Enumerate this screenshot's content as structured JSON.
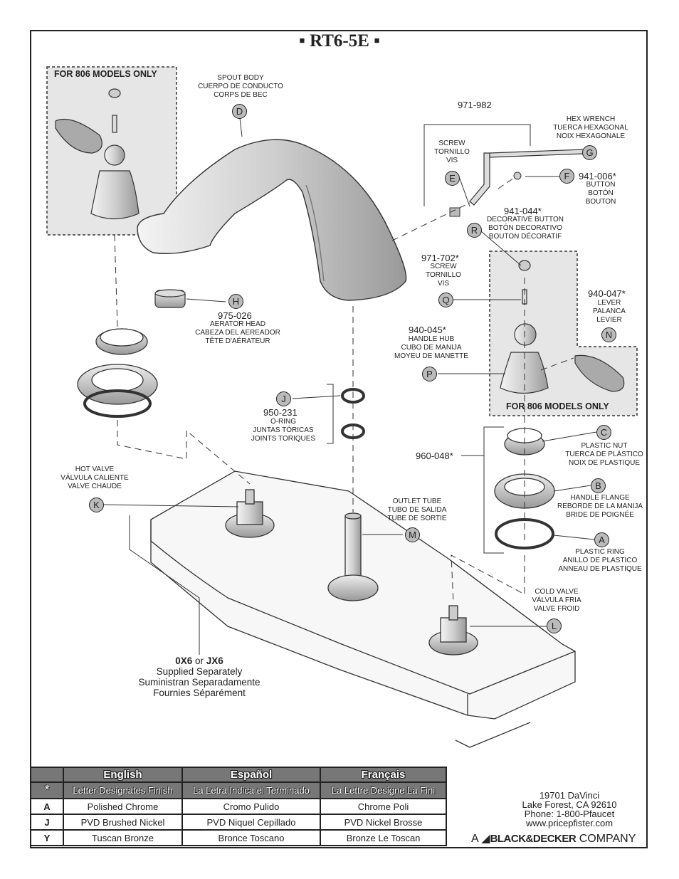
{
  "title": "▪ RT6-5E ▪",
  "box_806_title": "FOR 806 MODELS ONLY",
  "parts": {
    "D": {
      "letter": "D",
      "desc": [
        "SPOUT BODY",
        "CUERPO DE CONDUCTO",
        "CORPS DE BEC"
      ]
    },
    "E": {
      "letter": "E",
      "desc": [
        "SCREW",
        "TORNILLO",
        "VIS"
      ]
    },
    "G": {
      "letter": "G",
      "desc": [
        "HEX WRENCH",
        "TUERCA HEXAGONAL",
        "NOIX HEXAGONALE"
      ]
    },
    "F": {
      "letter": "F",
      "number": "941-006*",
      "desc": [
        "BUTTON",
        "BOTÓN",
        "BOUTON"
      ]
    },
    "R": {
      "letter": "R",
      "number": "941-044*",
      "desc": [
        "DECORATIVE BUTTON",
        "BOTÓN DECORATIVO",
        "BOUTON DÉCORATIF"
      ]
    },
    "Q": {
      "letter": "Q",
      "number": "971-702*",
      "desc": [
        "SCREW",
        "TORNILLO",
        "VIS"
      ]
    },
    "H": {
      "letter": "H",
      "number": "975-026",
      "desc": [
        "AERATOR HEAD",
        "CABEZA DEL AEREADOR",
        "TÊTE D'AÉRATEUR"
      ]
    },
    "N": {
      "letter": "N",
      "number": "940-047*",
      "desc": [
        "LEVER",
        "PALANCA",
        "LEVIER"
      ]
    },
    "P": {
      "letter": "P",
      "number": "940-045*",
      "desc": [
        "HANDLE HUB",
        "CUBO DE MANIJA",
        "MOYEU DE MANETTE"
      ]
    },
    "J": {
      "letter": "J",
      "number": "950-231",
      "desc": [
        "O-RING",
        "JUNTAS TÓRICAS",
        "JOINTS TORIQUES"
      ]
    },
    "C": {
      "letter": "C",
      "desc": [
        "PLASTIC NUT",
        "TUERCA DE PLÁSTICO",
        "NOIX DE PLASTIQUE"
      ]
    },
    "B": {
      "letter": "B",
      "desc": [
        "HANDLE FLANGE",
        "REBORDE DE LA MANIJA",
        "BRIDE DE POIGNÉE"
      ]
    },
    "A": {
      "letter": "A",
      "desc": [
        "PLASTIC RING",
        "ANILLO DE PLASTICO",
        "ANNEAU DE PLASTIQUE"
      ]
    },
    "K": {
      "letter": "K",
      "desc": [
        "HOT VALVE",
        "VÁLVULA CALIENTE",
        "VALVE CHAUDE"
      ]
    },
    "M": {
      "letter": "M",
      "desc": [
        "OUTLET TUBE",
        "TUBO DE SALIDA",
        "TUBE DE SORTIE"
      ]
    },
    "L": {
      "letter": "L",
      "desc": [
        "COLD VALVE",
        "VÁLVULA FRIA",
        "VALVE FROID"
      ]
    }
  },
  "group_971_982": "971-982",
  "group_960_048": "960-048*",
  "supplied": {
    "model_a": "0X6",
    "or": "or",
    "model_b": "JX6",
    "lines": [
      "Supplied Separately",
      "Suministran Separadamente",
      "Fournies Séparément"
    ]
  },
  "finish_table": {
    "headers": [
      "",
      "English",
      "Español",
      "Français"
    ],
    "star_row": [
      "*",
      "Letter Designates Finish",
      "La Letra Indica el Terminado",
      "La Lettre Designe La Fini"
    ],
    "rows": [
      [
        "A",
        "Polished Chrome",
        "Cromo Pulido",
        "Chrome Poli"
      ],
      [
        "J",
        "PVD Brushed Nickel",
        "PVD Niquel Cepillado",
        "PVD Nickel Brosse"
      ],
      [
        "Y",
        "Tuscan Bronze",
        "Bronce Toscano",
        "Bronze Le Toscan"
      ]
    ]
  },
  "address": [
    "19701 DaVinci",
    "Lake Forest, CA 92610",
    "Phone: 1-800-Pfaucet",
    "www.pricepfister.com"
  ],
  "company": {
    "prefix": "A",
    "brand": "BLACK&DECKER",
    "suffix": "COMPANY"
  }
}
